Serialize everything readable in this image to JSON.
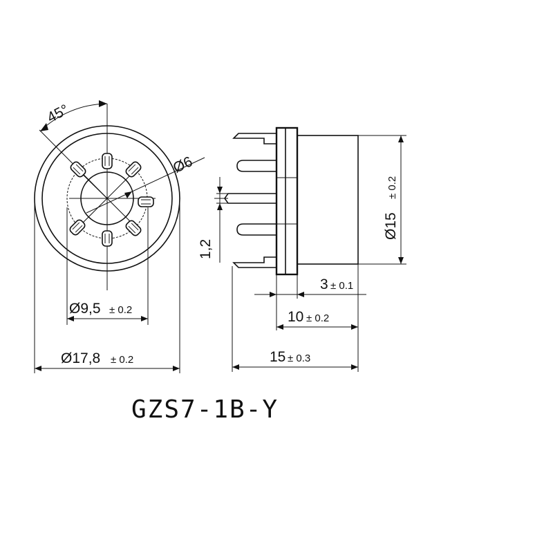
{
  "model": "GZS7-1B-Y",
  "front_view": {
    "angle": "45°",
    "hole_dia": "Ø6",
    "pitch_dia": {
      "value": "Ø9,5",
      "tol": "± 0.2"
    },
    "outer_dia": {
      "value": "Ø17,8",
      "tol": "± 0.2"
    }
  },
  "side_view": {
    "body_dia": {
      "value": "Ø15",
      "tol": "± 0.2"
    },
    "pin_width": "1,2",
    "flange": {
      "value": "3",
      "tol": "± 0.1"
    },
    "body_length": {
      "value": "10",
      "tol": "± 0.2"
    },
    "overall_length": {
      "value": "15",
      "tol": "± 0.3"
    }
  }
}
